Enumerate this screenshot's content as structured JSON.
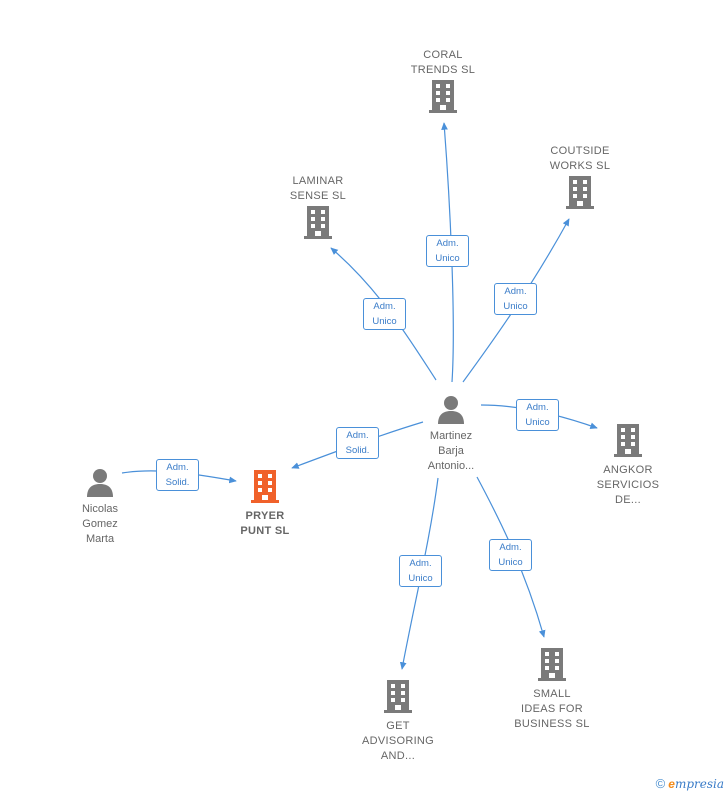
{
  "colors": {
    "edge": "#4a90d9",
    "company": "#7a7a7a",
    "focus_company": "#f0612a",
    "person": "#7a7a7a"
  },
  "nodes": {
    "coral": {
      "label": "CORAL\nTRENDS  SL",
      "icon": "building-icon"
    },
    "laminar": {
      "label": "LAMINAR\nSENSE SL",
      "icon": "building-icon"
    },
    "coutside": {
      "label": "COUTSIDE\nWORKS  SL",
      "icon": "building-icon"
    },
    "angkor": {
      "label": "ANGKOR\nSERVICIOS\nDE...",
      "icon": "building-icon"
    },
    "pryer": {
      "label": "PRYER\nPUNT  SL",
      "icon": "building-icon"
    },
    "small": {
      "label": "SMALL\nIDEAS FOR\nBUSINESS  SL",
      "icon": "building-icon"
    },
    "get": {
      "label": "GET\nADVISORING\nAND...",
      "icon": "building-icon"
    },
    "martinez": {
      "label": "Martinez\nBarja\nAntonio...",
      "icon": "person-icon"
    },
    "nicolas": {
      "label": "Nicolas\nGomez\nMarta",
      "icon": "person-icon"
    }
  },
  "edges": [
    {
      "label": "Adm.\nUnico"
    },
    {
      "label": "Adm.\nUnico"
    },
    {
      "label": "Adm.\nUnico"
    },
    {
      "label": "Adm.\nUnico"
    },
    {
      "label": "Adm.\nSolid."
    },
    {
      "label": "Adm.\nUnico"
    },
    {
      "label": "Adm.\nUnico"
    },
    {
      "label": "Adm.\nSolid."
    }
  ],
  "brand": {
    "copyright": "©",
    "initial": "e",
    "name": "mpresia"
  }
}
